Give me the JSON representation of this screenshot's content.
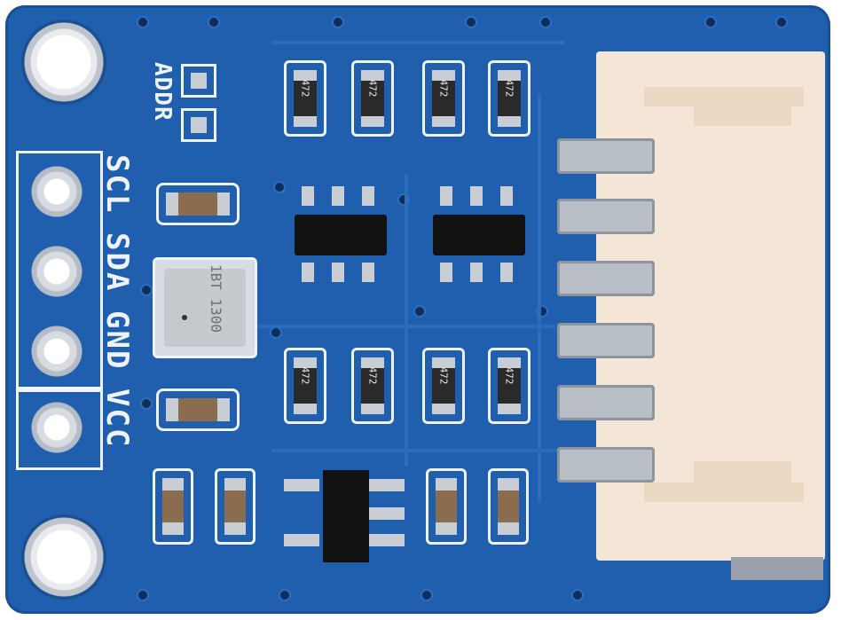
{
  "board": {
    "pin_labels": [
      "SCL",
      "SDA",
      "GND",
      "VCC"
    ],
    "addr_label": "ADDR",
    "resistor_code": "472",
    "sensor_code": "1BT 1300"
  },
  "colors": {
    "pcb": "#1f5fae",
    "silkscreen": "#eef3ff",
    "connector": "#f3e6d6"
  }
}
